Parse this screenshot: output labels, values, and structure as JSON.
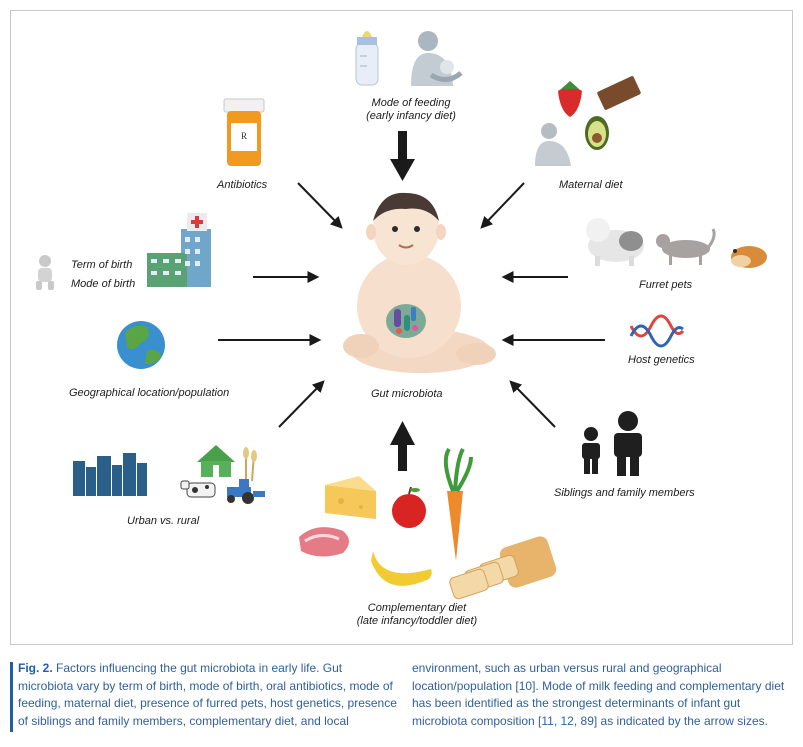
{
  "figure": {
    "center_label": "Gut microbiota",
    "factors": {
      "mode_of_feeding": {
        "line1": "Mode of feeding",
        "line2": "(early infancy diet)"
      },
      "antibiotics": "Antibiotics",
      "maternal_diet": "Maternal diet",
      "term_of_birth": "Term of birth",
      "mode_of_birth": "Mode of birth",
      "furret_pets": "Furret pets",
      "geographical_location": "Geographical location/population",
      "host_genetics": "Host genetics",
      "urban_vs_rural": "Urban vs. rural",
      "siblings": "Siblings and family members",
      "complementary_diet": {
        "line1": "Complementary diet",
        "line2": "(late infancy/toddler diet)"
      }
    },
    "icons": [
      "baby-bottle-icon",
      "breastfeeding-mother-icon",
      "pill-bottle-icon",
      "strawberry-icon",
      "chocolate-icon",
      "avocado-icon",
      "mother-icon",
      "hospital-icon",
      "baby-icon",
      "sheepdog-icon",
      "cat-icon",
      "hamster-icon",
      "globe-icon",
      "dna-icon",
      "city-icon",
      "house-icon",
      "wheat-icon",
      "cow-icon",
      "tractor-icon",
      "siblings-icon",
      "cheese-icon",
      "apple-icon",
      "carrot-icon",
      "meat-icon",
      "banana-icon",
      "bread-icon",
      "baby-center-icon"
    ],
    "colors": {
      "arrow": "#1a1a1a",
      "border": "#c9c9c9"
    }
  },
  "caption": {
    "fig_label": "Fig. 2.",
    "col1": " Factors influencing the gut microbiota in early life. Gut microbiota vary by term of birth, mode of birth, oral antibiotics, mode of feeding, maternal diet, presence of furred pets, host genetics, presence of siblings and family members, complementary diet, and local",
    "col2": "environment, such as urban versus rural and geographical location/population [10]. Mode of milk feeding and complementary diet has been identified as the strongest determinants of infant gut microbiota composition [11, 12, 89] as indicated by the arrow sizes.",
    "colors": {
      "text": "#2f5f9e",
      "bar": "#1f5fa8"
    }
  }
}
